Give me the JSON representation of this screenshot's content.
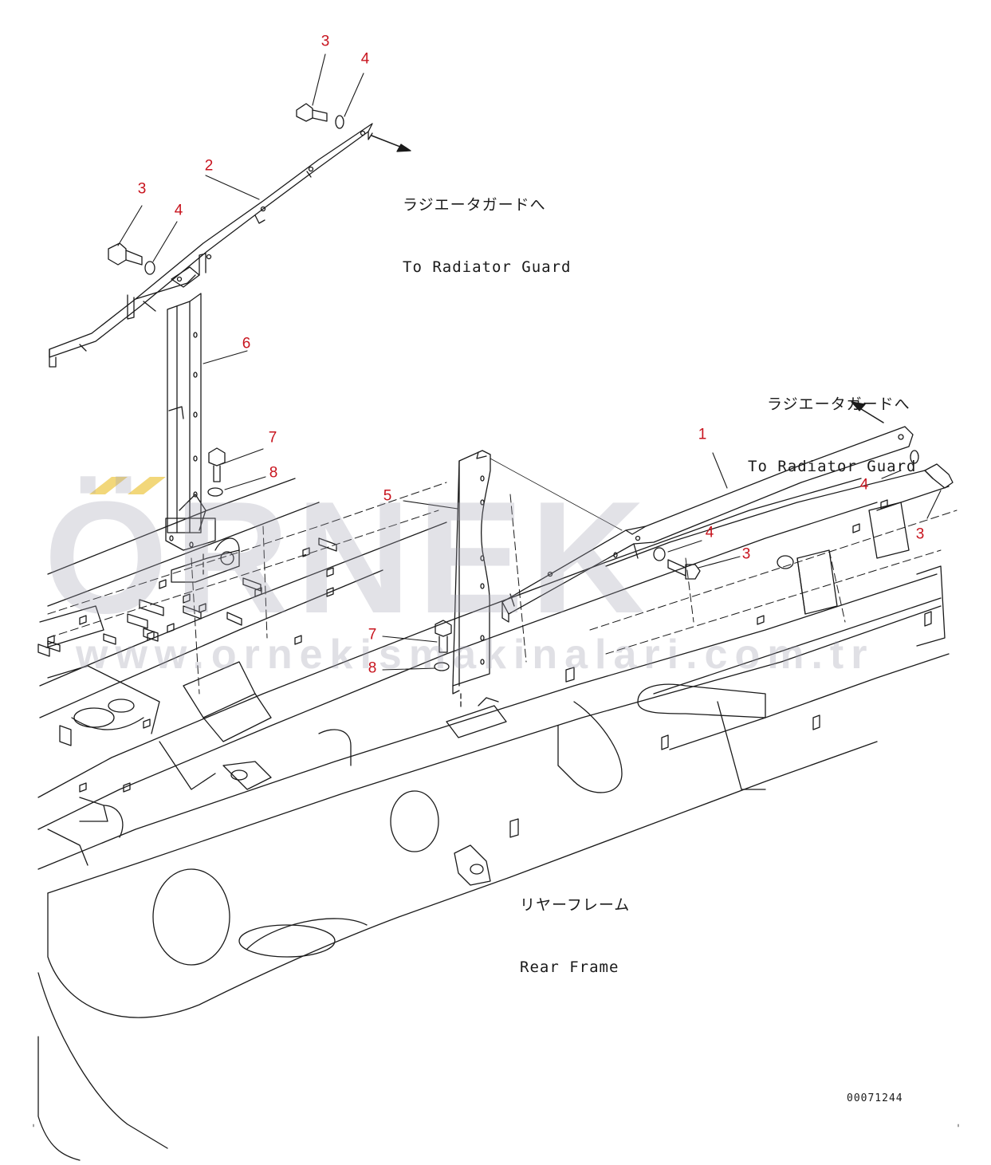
{
  "watermark": {
    "logo_text": "ÖRNEK",
    "url_text": "www.ornekismakinalari.com.tr",
    "logo_accent_color": "#f2d77a"
  },
  "captions": {
    "radiator_guard_top": {
      "jp": "ラジエータガードへ",
      "en": "To Radiator Guard"
    },
    "radiator_guard_right": {
      "jp": "ラジエータガードへ",
      "en": "To Radiator Guard"
    },
    "rear_frame": {
      "jp": "リヤーフレーム",
      "en": "Rear Frame"
    }
  },
  "figure_number": "00071244",
  "callouts": [
    {
      "id": "c-3a",
      "label": "3"
    },
    {
      "id": "c-4a",
      "label": "4"
    },
    {
      "id": "c-2",
      "label": "2"
    },
    {
      "id": "c-3b",
      "label": "3"
    },
    {
      "id": "c-4b",
      "label": "4"
    },
    {
      "id": "c-6",
      "label": "6"
    },
    {
      "id": "c-7a",
      "label": "7"
    },
    {
      "id": "c-8a",
      "label": "8"
    },
    {
      "id": "c-5",
      "label": "5"
    },
    {
      "id": "c-1",
      "label": "1"
    },
    {
      "id": "c-4c",
      "label": "4"
    },
    {
      "id": "c-3c",
      "label": "3"
    },
    {
      "id": "c-4d",
      "label": "4"
    },
    {
      "id": "c-3d",
      "label": "3"
    },
    {
      "id": "c-7b",
      "label": "7"
    },
    {
      "id": "c-8b",
      "label": "8"
    }
  ],
  "colors": {
    "callout": "#c8141e",
    "linework": "#1a1a1a"
  }
}
